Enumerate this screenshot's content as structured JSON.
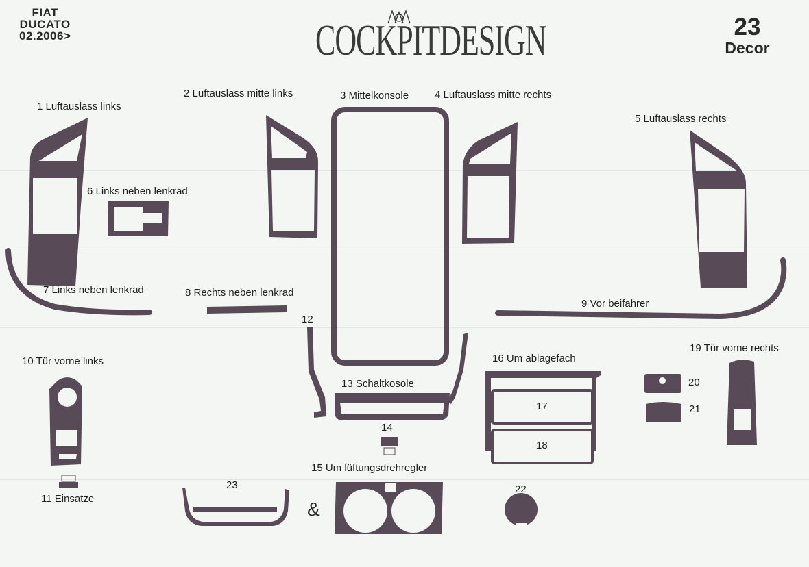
{
  "header": {
    "brand_line1": "FIAT",
    "brand_line2": "DUCATO",
    "brand_line3": "02.2006>",
    "logo_text": "COCKPITDESIGN",
    "set_number": "23",
    "set_type": "Decor"
  },
  "parts": [
    {
      "id": "1",
      "label": "1  Luftauslass links"
    },
    {
      "id": "2",
      "label": "2  Luftauslass mitte links"
    },
    {
      "id": "3",
      "label": "3  Mittelkonsole"
    },
    {
      "id": "4",
      "label": "4  Luftauslass mitte rechts"
    },
    {
      "id": "5",
      "label": "5  Luftauslass rechts"
    },
    {
      "id": "6",
      "label": "6 Links neben lenkrad"
    },
    {
      "id": "7",
      "label": "7  Links neben lenkrad"
    },
    {
      "id": "8",
      "label": "8  Rechts neben lenkrad"
    },
    {
      "id": "9",
      "label": "9  Vor beifahrer"
    },
    {
      "id": "10",
      "label": "10 Tür vorne links"
    },
    {
      "id": "11",
      "label": "11  Einsatze"
    },
    {
      "id": "12",
      "label": "12"
    },
    {
      "id": "13",
      "label": "13  Schaltkosole"
    },
    {
      "id": "14",
      "label": "14"
    },
    {
      "id": "15",
      "label": "15  Um lüftungsdrehregler"
    },
    {
      "id": "16",
      "label": "16  Um ablagefach"
    },
    {
      "id": "17",
      "label": "17"
    },
    {
      "id": "18",
      "label": "18"
    },
    {
      "id": "19",
      "label": "19 Tür vorne rechts"
    },
    {
      "id": "20",
      "label": "20"
    },
    {
      "id": "21",
      "label": "21"
    },
    {
      "id": "22",
      "label": "22"
    },
    {
      "id": "23",
      "label": "23"
    }
  ],
  "ampersand": "&",
  "colors": {
    "wood": "#584b57",
    "paper": "#f4f6f3"
  }
}
